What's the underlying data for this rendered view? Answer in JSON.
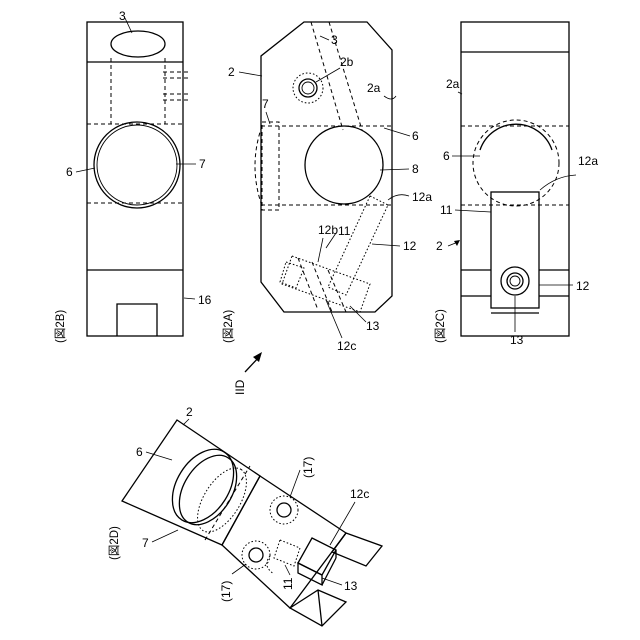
{
  "figures": {
    "fig2a": {
      "caption": "(図2A)"
    },
    "fig2b": {
      "caption": "(図2B)"
    },
    "fig2c": {
      "caption": "(図2C)"
    },
    "fig2d": {
      "caption": "(図2D)"
    }
  },
  "view_arrow_label": "IID",
  "labels": {
    "l2": "2",
    "l2a": "2a",
    "l2b": "2b",
    "l3": "3",
    "l6": "6",
    "l7": "7",
    "l8": "8",
    "l11": "11",
    "l12": "12",
    "l12a": "12a",
    "l12b": "12b",
    "l12c": "12c",
    "l13": "13",
    "l16": "16",
    "l17": "(17)"
  }
}
